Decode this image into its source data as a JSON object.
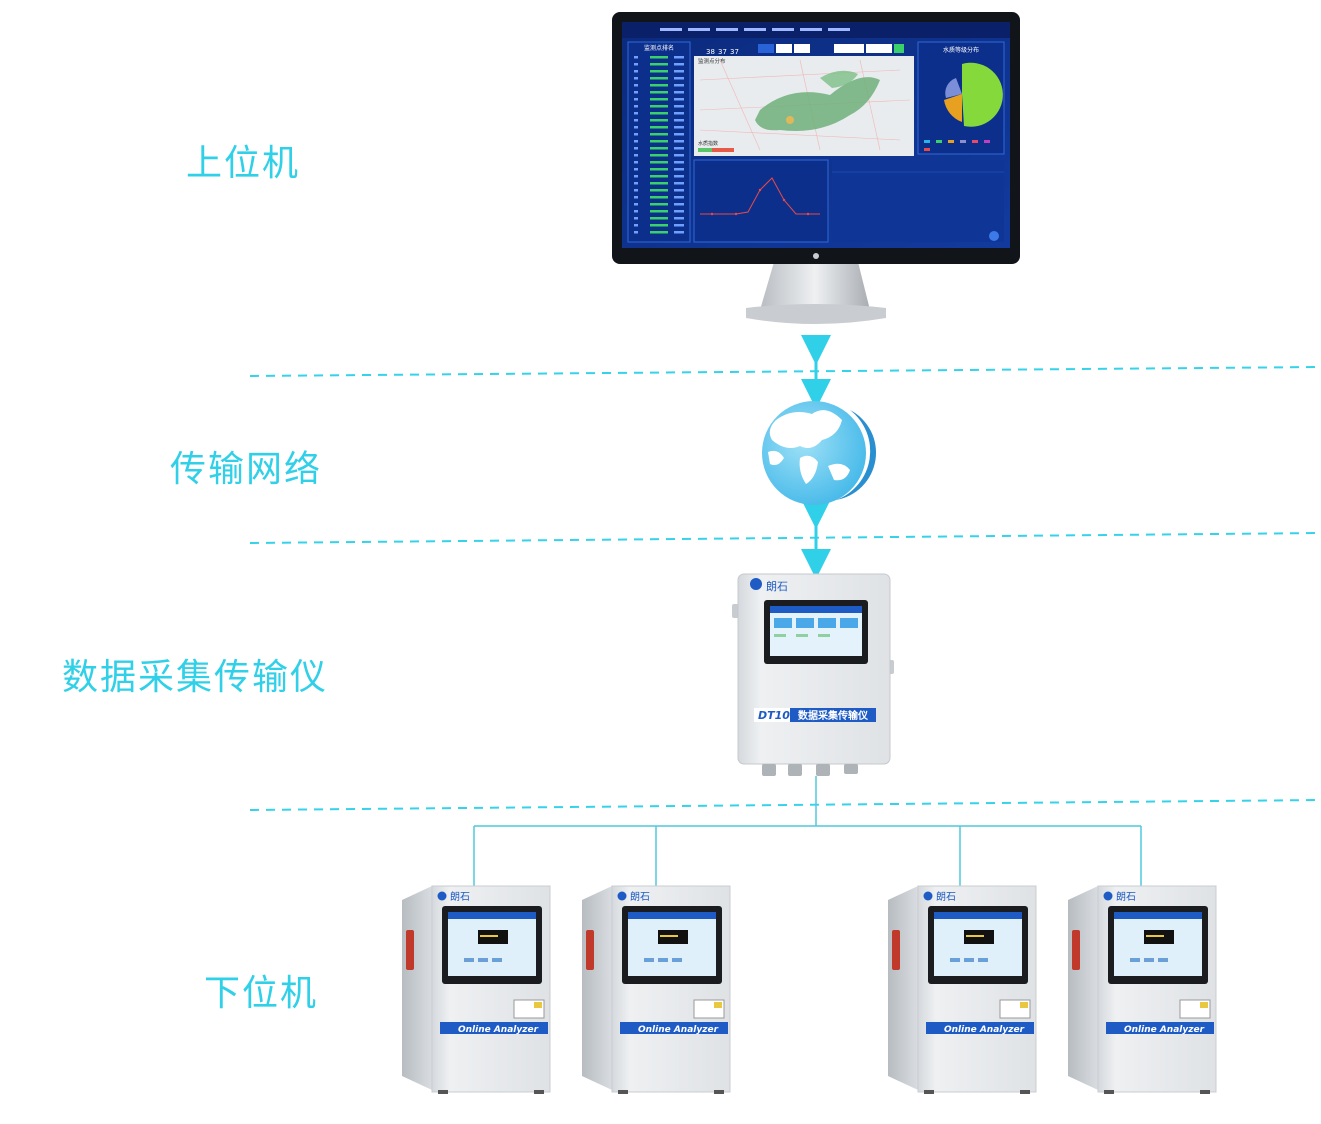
{
  "layers": {
    "upper": "上位机",
    "network": "传输网络",
    "dtu": "数据采集传输仪",
    "lower": "下位机"
  },
  "monitor": {
    "panel_title": "监测点排名",
    "counters": [
      "38",
      "37",
      "37"
    ],
    "map_title": "监测点分布",
    "pie_title": "水质等级分布",
    "map_legend_label": "水质指数"
  },
  "dtu_device": {
    "brand": "朗石",
    "model": "DT10",
    "name": "数据采集传输仪"
  },
  "analyzers": [
    {
      "brand": "朗石",
      "label": "Online Analyzer"
    },
    {
      "brand": "朗石",
      "label": "Online Analyzer"
    },
    {
      "brand": "朗石",
      "label": "Online Analyzer"
    },
    {
      "brand": "朗石",
      "label": "Online Analyzer"
    }
  ],
  "colors": {
    "accent": "#2fd0e8",
    "monitor_screen": "#0c2d86",
    "device_body": "#e6e9ec",
    "connector_line": "#4fc9dd"
  }
}
